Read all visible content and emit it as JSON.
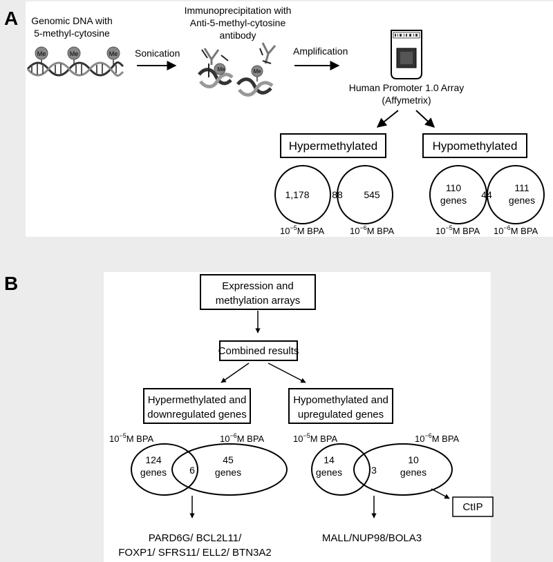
{
  "panel_a": {
    "label": "A",
    "step1_line1": "Genomic DNA with",
    "step1_line2": "5-methyl-cytosine",
    "me_label": "Me",
    "sonication": "Sonication",
    "ip_line1": "Immunoprecipitation with",
    "ip_line2": "Anti-5-methyl-cytosine",
    "ip_line3": "antibody",
    "amplification": "Amplification",
    "array_line1": "Human Promoter 1.0 Array",
    "array_line2": "(Affymetrix)",
    "hyper_title": "Hypermethylated",
    "hypo_title": "Hypomethylated",
    "hyper_left": "1,178",
    "hyper_overlap": "88",
    "hyper_right": "545",
    "hypo_left_num": "110",
    "hypo_left_word": "genes",
    "hypo_overlap": "44",
    "hypo_right_num": "111",
    "hypo_right_word": "genes",
    "dose_prefix": "10",
    "dose_exp_high": "−5",
    "dose_exp_low": "−6",
    "dose_suffix": "M BPA"
  },
  "panel_b": {
    "label": "B",
    "box1_line1": "Expression and",
    "box1_line2": "methylation arrays",
    "box2": "Combined results",
    "left_box_line1": "Hypermethylated and",
    "left_box_line2": "downregulated genes",
    "right_box_line1": "Hypomethylated and",
    "right_box_line2": "upregulated genes",
    "dose_prefix": "10",
    "dose_exp_high": "−5",
    "dose_exp_low": "−6",
    "dose_suffix": "M BPA",
    "left_left_num": "124",
    "left_left_word": "genes",
    "left_overlap": "6",
    "left_right_num": "45",
    "left_right_word": "genes",
    "right_left_num": "14",
    "right_left_word": "genes",
    "right_overlap": "3",
    "right_right_num": "10",
    "right_right_word": "genes",
    "left_genes_line1": "PARD6G/ BCL2L11/",
    "left_genes_line2": "FOXP1/ SFRS11/ ELL2/ BTN3A2",
    "right_genes": "MALL/NUP98/BOLA3",
    "ctip": "CtIP"
  }
}
